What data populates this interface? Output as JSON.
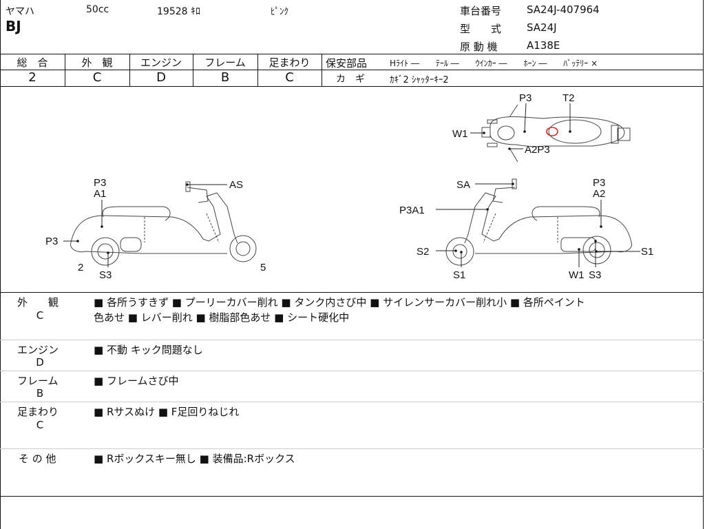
{
  "header": {
    "maker": "ヤマハ",
    "displacement": "50cc",
    "mileage": "19528 ｷﾛ",
    "color": "ﾋﾟﾝｸ",
    "model_name": "BJ",
    "frame_no_label": "車台番号",
    "frame_no": "SA24J-407964",
    "type_label": "型　　式",
    "type": "SA24J",
    "engine_label": "原 動 機",
    "engine": "A138E"
  },
  "grades": {
    "overall": {
      "label": "総　合",
      "value": "2"
    },
    "exterior": {
      "label": "外　観",
      "value": "C"
    },
    "engine": {
      "label": "エンジン",
      "value": "D"
    },
    "frame": {
      "label": "フレーム",
      "value": "B"
    },
    "suspension": {
      "label": "足まわり",
      "value": "C"
    }
  },
  "safety": {
    "label": "保安部品",
    "items": "Hﾗｲﾄ ―　　ﾃｰﾙ ―　　ｳｲﾝｶｰ ―　　ﾎｰﾝ ―　　ﾊﾞｯﾃﾘｰ ×",
    "keys_label": "カ　ギ",
    "keys": "ｶｷﾞ2 ｼｬｯﾀｰｷｰ2"
  },
  "diagram": {
    "top": {
      "p3": "P3",
      "t2": "T2",
      "w1": "W1",
      "a2p3": "A2P3"
    },
    "left": {
      "p3": "P3",
      "a1": "A1",
      "as": "AS",
      "p3_front": "P3",
      "n2": "2",
      "s3": "S3",
      "n5": "5"
    },
    "right": {
      "sa": "SA",
      "p3": "P3",
      "a2": "A2",
      "p3a1": "P3A1",
      "s2": "S2",
      "s1_front": "S1",
      "s1_rear": "S1",
      "w1": "W1",
      "s3": "S3"
    }
  },
  "notes": {
    "exterior": {
      "label": "外　　観",
      "grade": "C",
      "line1": "■ 各所うすきず ■ プーリーカバー削れ ■ タンク内さび中 ■ サイレンサーカバー削れ小 ■ 各所ペイント",
      "line2": "色あせ ■ レバー削れ ■ 樹脂部色あせ ■ シート硬化中"
    },
    "engine": {
      "label": "エンジン",
      "grade": "D",
      "line1": "■ 不動 キック問題なし"
    },
    "frame": {
      "label": "フレーム",
      "grade": "B",
      "line1": "■ フレームさび中"
    },
    "suspension": {
      "label": "足まわり",
      "grade": "C",
      "line1": "■ Rサスぬけ ■ F足回りねじれ"
    },
    "other": {
      "label": "そ の 他",
      "line1": "■ Rボックスキー無し ■ 装備品:Rボックス"
    }
  }
}
